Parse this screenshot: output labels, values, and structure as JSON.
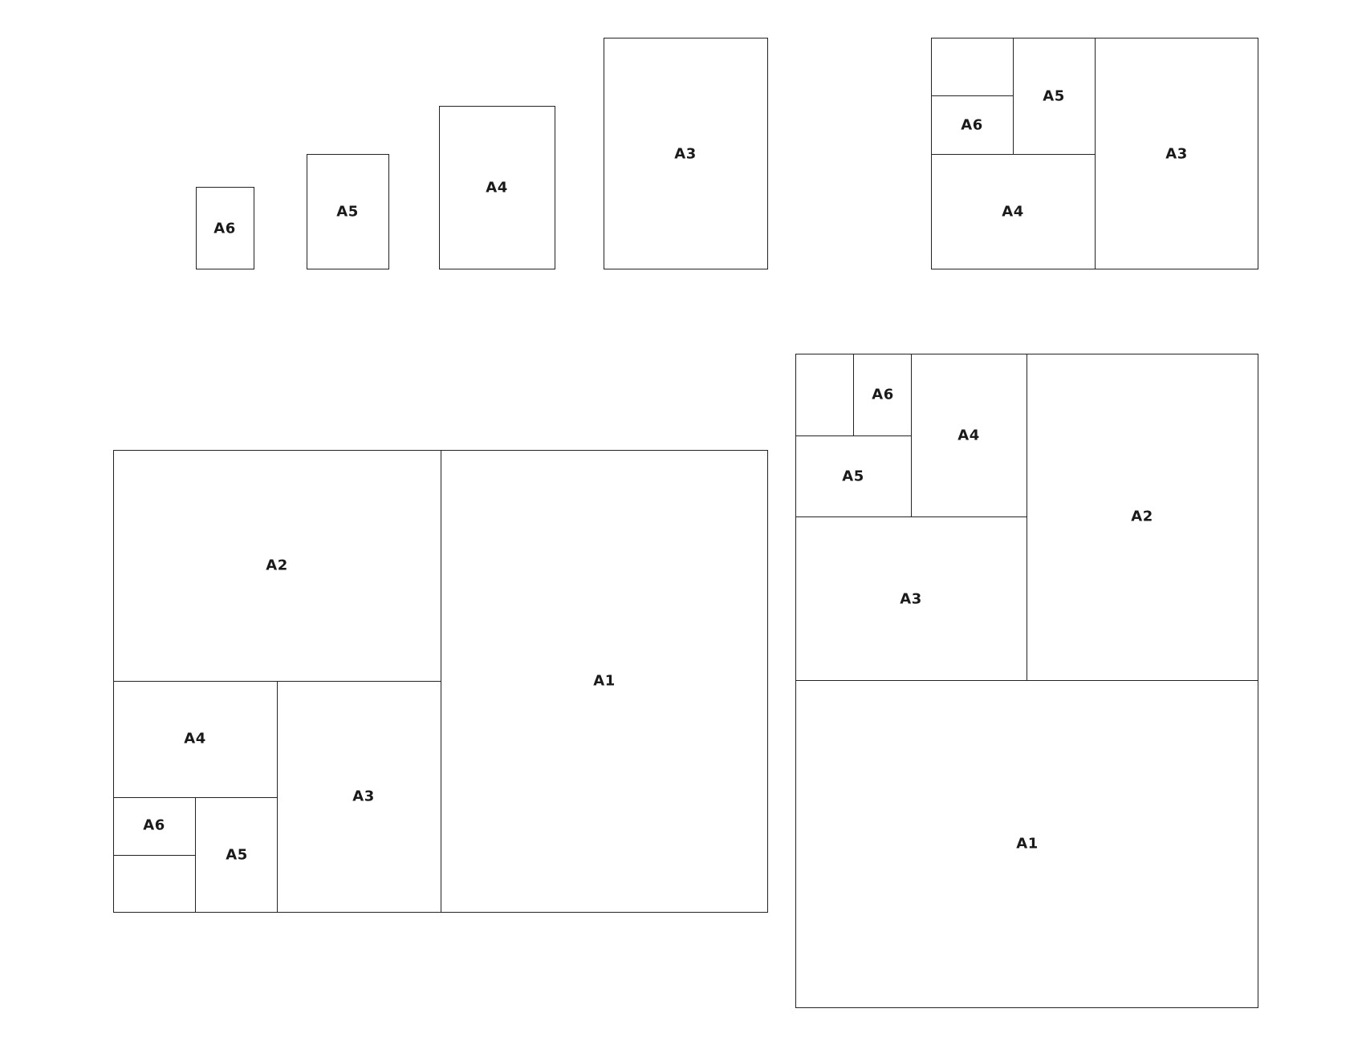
{
  "labels": {
    "a1": "A1",
    "a2": "A2",
    "a3": "A3",
    "a4": "A4",
    "a5": "A5",
    "a6": "A6"
  },
  "colors": {
    "stroke": "#222222",
    "text": "#1a1a1a",
    "background": "#ffffff"
  }
}
